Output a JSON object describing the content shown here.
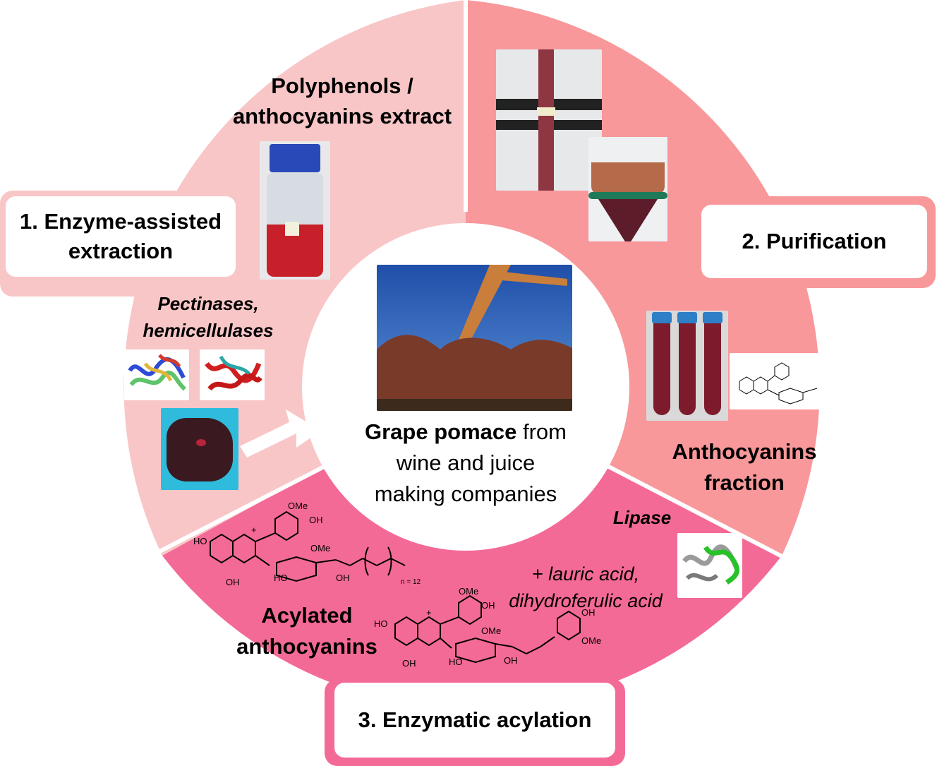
{
  "colors": {
    "segment_extraction": "#f9c6c7",
    "segment_purification": "#f8989b",
    "segment_acylation": "#f46a96",
    "center": "#ffffff"
  },
  "center": {
    "title_bold": "Grape pomace",
    "title_rest": " from",
    "line2": "wine and juice",
    "line3": "making companies"
  },
  "step1": {
    "label_line1": "1. Enzyme-assisted",
    "label_line2": "extraction",
    "product_line1": "Polyphenols /",
    "product_line2": "anthocyanins extract",
    "enzymes_line1": "Pectinases,",
    "enzymes_line2": "hemicellulases"
  },
  "step2": {
    "label": "2. Purification",
    "product_line1": "Anthocyanins",
    "product_line2": "fraction"
  },
  "step3": {
    "label": "3. Enzymatic acylation",
    "enzyme": "Lipase",
    "reagent_line1": "+ lauric acid,",
    "reagent_line2": "dihydroferulic acid",
    "product_line1": "Acylated",
    "product_line2": "anthocyanins"
  },
  "chem": {
    "ome": "OMe",
    "oh": "OH",
    "ho": "HO",
    "plus": "+",
    "n_label": "n = 12"
  },
  "icons": [
    "bottle-photo-icon",
    "column-photo-icon",
    "tubes-photo-icon",
    "pomace-photo-icon",
    "enzyme-structure-icon",
    "molecule-icon"
  ]
}
